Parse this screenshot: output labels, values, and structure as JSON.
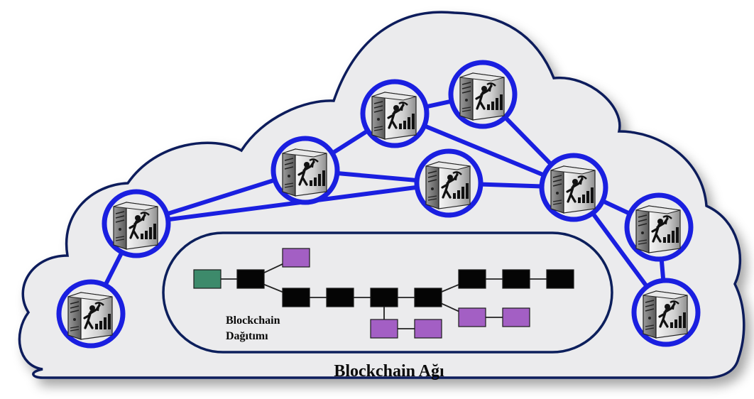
{
  "network_label": "Blockchain Ağı",
  "distribution_label_line1": "Blockchain",
  "distribution_label_line2": "Dağıtımı",
  "colors": {
    "cloud_fill": "#ebebed",
    "cloud_stroke": "#0c1f5c",
    "link": "#1a1fe0",
    "node_ring": "#1a1fe0",
    "node_fill": "#ebebed",
    "panel_fill": "#ebebed",
    "panel_stroke": "#0c1f5c",
    "block_genesis": "#3d8a6b",
    "block_main": "#050505",
    "block_orphan": "#a35fc4"
  },
  "nodes": [
    {
      "id": "n1",
      "icon": "miner-server-icon"
    },
    {
      "id": "n2",
      "icon": "miner-server-icon"
    },
    {
      "id": "n3",
      "icon": "miner-server-icon"
    },
    {
      "id": "n4",
      "icon": "miner-server-icon"
    },
    {
      "id": "n5",
      "icon": "miner-server-icon"
    },
    {
      "id": "n6",
      "icon": "miner-server-icon"
    },
    {
      "id": "n7",
      "icon": "miner-server-icon"
    },
    {
      "id": "n8",
      "icon": "miner-server-icon"
    },
    {
      "id": "n9",
      "icon": "miner-server-icon"
    }
  ],
  "links": [
    [
      "n2",
      "n1"
    ],
    [
      "n3",
      "n2"
    ],
    [
      "n4",
      "n3"
    ],
    [
      "n4",
      "n6"
    ],
    [
      "n4",
      "n7"
    ],
    [
      "n3",
      "n5"
    ],
    [
      "n5",
      "n6"
    ],
    [
      "n2",
      "n1b"
    ],
    [
      "n6",
      "n8"
    ],
    [
      "n6",
      "n9"
    ],
    [
      "n8",
      "n9"
    ]
  ],
  "blocks": [
    {
      "id": "b0",
      "kind": "genesis"
    },
    {
      "id": "b1",
      "kind": "main"
    },
    {
      "id": "b2",
      "kind": "orphan"
    },
    {
      "id": "b3",
      "kind": "main"
    },
    {
      "id": "b4",
      "kind": "main"
    },
    {
      "id": "b5",
      "kind": "main"
    },
    {
      "id": "b6",
      "kind": "main"
    },
    {
      "id": "b7",
      "kind": "main"
    },
    {
      "id": "b8",
      "kind": "main"
    },
    {
      "id": "b9",
      "kind": "main"
    },
    {
      "id": "b10",
      "kind": "orphan"
    },
    {
      "id": "b11",
      "kind": "orphan"
    },
    {
      "id": "b12",
      "kind": "orphan"
    },
    {
      "id": "b13",
      "kind": "orphan"
    }
  ]
}
